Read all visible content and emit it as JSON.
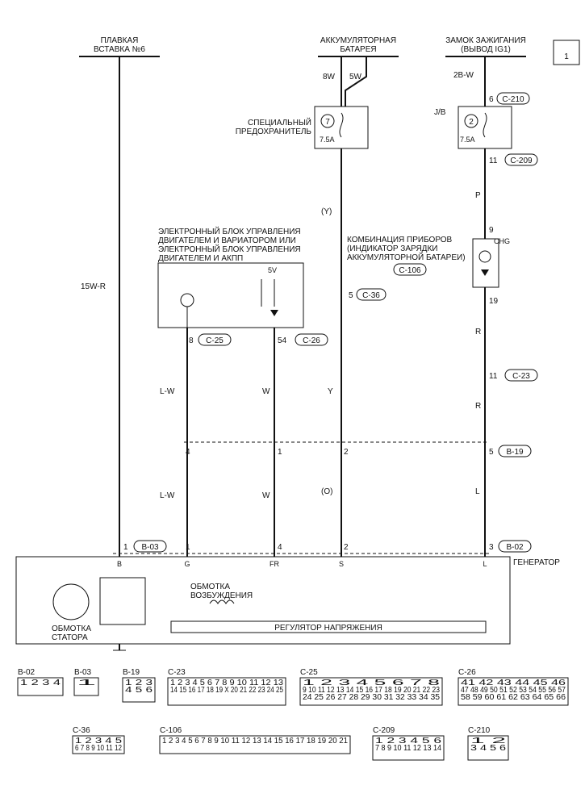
{
  "page_number": "1",
  "top_labels": {
    "fuse_line1": "ПЛАВКАЯ",
    "fuse_line2": "ВСТАВКА №6",
    "battery_line1": "АККУМУЛЯТОРНАЯ",
    "battery_line2": "БАТАРЕЯ",
    "ignition_line1": "ЗАМОК ЗАЖИГАНИЯ",
    "ignition_line2": "(ВЫВОД IG1)"
  },
  "wires": {
    "w8W": "8W",
    "w5W": "5W",
    "w2BW": "2B-W",
    "w15WR": "15W-R",
    "Y_paren": "(Y)",
    "P": "P",
    "R1": "R",
    "R2": "R",
    "LW1": "L-W",
    "W1": "W",
    "Y": "Y",
    "LW2": "L-W",
    "W2": "W",
    "O_paren": "(O)",
    "L": "L"
  },
  "special_fuse": {
    "line1": "СПЕЦИАЛЬНЫЙ",
    "line2": "ПРЕДОХРАНИТЕЛЬ",
    "number": "7",
    "rating": "7.5A"
  },
  "jb_fuse": {
    "label": "J/B",
    "number": "2",
    "rating": "7.5A"
  },
  "ecu": {
    "line1": "ЭЛЕКТРОННЫЙ БЛОК УПРАВЛЕНИЯ",
    "line2": "ДВИГАТЕЛЕМ И ВАРИАТОРОМ ИЛИ",
    "line3": "ЭЛЕКТРОННЫЙ БЛОК УПРАВЛЕНИЯ",
    "line4": "ДВИГАТЕЛЕМ И АКПП",
    "voltage": "5V"
  },
  "cluster": {
    "line1": "КОМБИНАЦИЯ ПРИБОРОВ",
    "line2": "(ИНДИКАТОР ЗАРЯДКИ",
    "line3": "АККУМУЛЯТОРНОЙ БАТАРЕИ)",
    "connector": "C-106",
    "lamp_label": "CHG"
  },
  "pins": {
    "p6": "6",
    "c210": "C-210",
    "p11a": "11",
    "c209": "C-209",
    "p9": "9",
    "p19": "19",
    "p11b": "11",
    "c23": "C-23",
    "p5a": "5",
    "b19": "B-19",
    "p3": "3",
    "b02": "B-02",
    "p5b": "5",
    "c36": "C-36",
    "p2a": "2",
    "p2b": "2",
    "p8": "8",
    "c25": "C-25",
    "p54": "54",
    "c26": "C-26",
    "p4a": "4",
    "p1a": "1",
    "p1b": "1",
    "p4b": "4",
    "p1c": "1",
    "b03": "B-03"
  },
  "generator": {
    "title": "ГЕНЕРАТОР",
    "term_B": "B",
    "term_G": "G",
    "term_FR": "FR",
    "term_S": "S",
    "term_L": "L",
    "field_line1": "ОБМОТКА",
    "field_line2": "ВОЗБУЖДЕНИЯ",
    "stator_line1": "ОБМОТКА",
    "stator_line2": "СТАТОРА",
    "regulator": "РЕГУЛЯТОР НАПРЯЖЕНИЯ"
  },
  "connectors": [
    {
      "name": "B-02",
      "pins": "1 2 3 4"
    },
    {
      "name": "B-03",
      "pins": "1"
    },
    {
      "name": "B-19",
      "pins": "1 2 3 / 4 5 6"
    },
    {
      "name": "C-23",
      "pins": "1 2 3 4 5 6 7 8 9 10 11 12 13 / 14 15 16 17 18 19 X 20 21 22 23 24 25"
    },
    {
      "name": "C-25",
      "pins": "1 2 3 4 5 6 7 8 / 9 10 11 12 13 14 15 16 17 18 19 20 21 22 23 / 24 25 26 27 28 29 30 31 32 33 34 35"
    },
    {
      "name": "C-26",
      "pins": "41 42 43 44 45 46 / 47 48 49 50 51 52 53 54 55 56 57 / 58 59 60 61 62 63 64 65 66"
    },
    {
      "name": "C-36",
      "pins": "1 2 3 4 5 / 6 7 8 9 10 11 12"
    },
    {
      "name": "C-106",
      "pins": "1 2 3 4 5 6 7 8 9 10 11 12 13 14 15 16 17 18 19 20 21"
    },
    {
      "name": "C-209",
      "pins": "1 2 3 4 5 6 / 7 8 9 10 11 12 13 14"
    },
    {
      "name": "C-210",
      "pins": "1 2 / 3 4 5 6"
    }
  ]
}
